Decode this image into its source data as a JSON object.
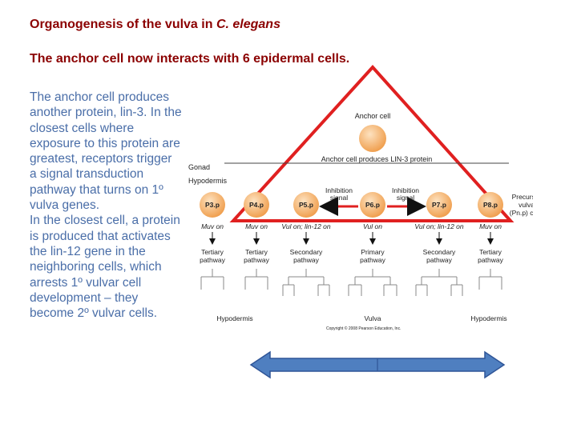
{
  "title": {
    "prefix": "Organogenesis of the vulva in ",
    "species": "C. elegans"
  },
  "subtitle": "The anchor cell now interacts with 6 epidermal cells.",
  "body": {
    "paragraph1": "The anchor cell produces another protein, lin-3.  In the closest cells where exposure to this protein are greatest, receptors trigger a signal transduction pathway that turns on 1º vulva genes.",
    "paragraph2": "In the closest cell, a protein is produced that activates the lin-12 gene in the neighboring cells, which arrests 1º vulvar cell development – they become 2º vulvar cells."
  },
  "diagram": {
    "anchor_cell": "Anchor cell",
    "lin3_label": "Anchor cell produces LIN-3 protein",
    "gonad": "Gonad",
    "hypodermis_top": "Hypodermis",
    "cells": [
      "P3.p",
      "P4.p",
      "P5.p",
      "P6.p",
      "P7.p",
      "P8.p"
    ],
    "inhibition_signal_left": [
      "Inhibition",
      "signal"
    ],
    "inhibition_signal_right": [
      "Inhibition",
      "signal"
    ],
    "precursor": [
      "Precursor",
      "vulva",
      "(Pn.p) cells"
    ],
    "gene_states": [
      "Muv on",
      "Muv on",
      "Vul on; lin-12 on",
      "Vul on",
      "Vul on; lin-12 on",
      "Muv on"
    ],
    "pathways": [
      [
        "Tertiary",
        "pathway"
      ],
      [
        "Tertiary",
        "pathway"
      ],
      [
        "Secondary",
        "pathway"
      ],
      [
        "Primary",
        "pathway"
      ],
      [
        "Secondary",
        "pathway"
      ],
      [
        "Tertiary",
        "pathway"
      ]
    ],
    "hypodermis_left": "Hypodermis",
    "vulva": "Vulva",
    "hypodermis_right": "Hypodermis",
    "copyright": "Copyright © 2008 Pearson Education, Inc."
  },
  "colors": {
    "title": "#8b0000",
    "body_text": "#4a6ea8",
    "triangle": "#e02020",
    "cell_fill": "#f7b267",
    "arrow_fill": "#4f7fc0",
    "arrow_stroke": "#2f5597"
  }
}
